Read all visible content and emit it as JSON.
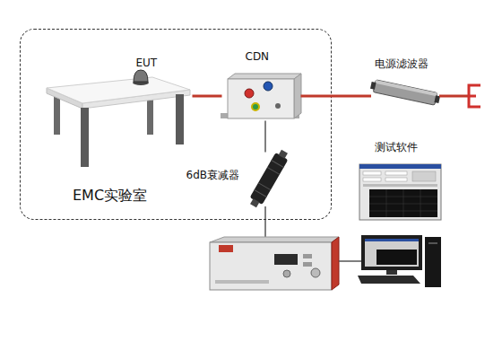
{
  "diagram": {
    "nodes": [
      {
        "text": [
          "EMC实验室"
        ]
      },
      {
        "text": [
          "EUT"
        ],
        "in": 0
      },
      {
        "text": [
          "CDN"
        ],
        "in": 0
      },
      {
        "text": [
          "6dB衰减器"
        ],
        "in": 0
      },
      {
        "text": [
          "电源滤波器"
        ]
      },
      {
        "text": [
          "测试软件"
        ]
      }
    ],
    "edges": [
      {
        "from": 1,
        "to": 2,
        "arrow": "none"
      },
      {
        "from": 2,
        "to": 4,
        "arrow": "none"
      },
      {
        "from": 2,
        "to": 3,
        "arrow": "none"
      }
    ]
  }
}
